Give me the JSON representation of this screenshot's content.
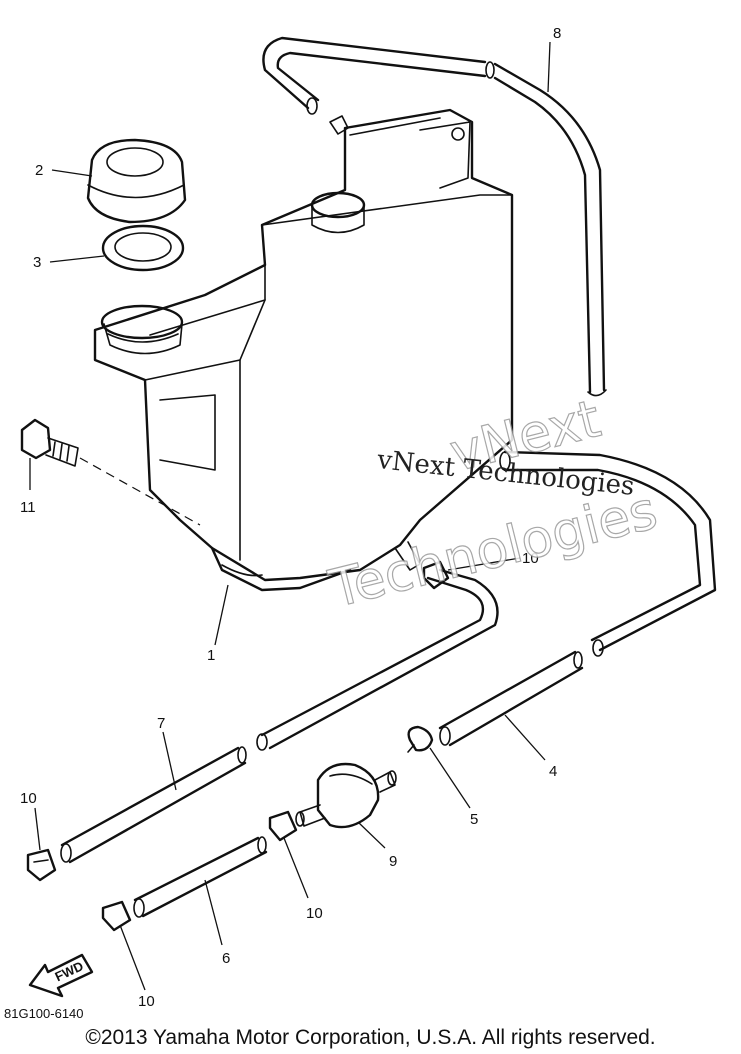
{
  "callouts": [
    {
      "id": "1",
      "label": "1"
    },
    {
      "id": "2",
      "label": "2"
    },
    {
      "id": "3",
      "label": "3"
    },
    {
      "id": "4",
      "label": "4"
    },
    {
      "id": "5",
      "label": "5"
    },
    {
      "id": "6",
      "label": "6"
    },
    {
      "id": "7",
      "label": "7"
    },
    {
      "id": "8",
      "label": "8"
    },
    {
      "id": "9",
      "label": "9"
    },
    {
      "id": "10a",
      "label": "10"
    },
    {
      "id": "10b",
      "label": "10"
    },
    {
      "id": "10c",
      "label": "10"
    },
    {
      "id": "10d",
      "label": "10"
    },
    {
      "id": "11",
      "label": "11"
    }
  ],
  "watermark": {
    "line1": "vNext",
    "line2": "Technologies",
    "inline": "vNext Technologies"
  },
  "fwd_label": "FWD",
  "drawing_code": "81G100-6140",
  "copyright": "©2013 Yamaha Motor Corporation, U.S.A. All rights reserved."
}
